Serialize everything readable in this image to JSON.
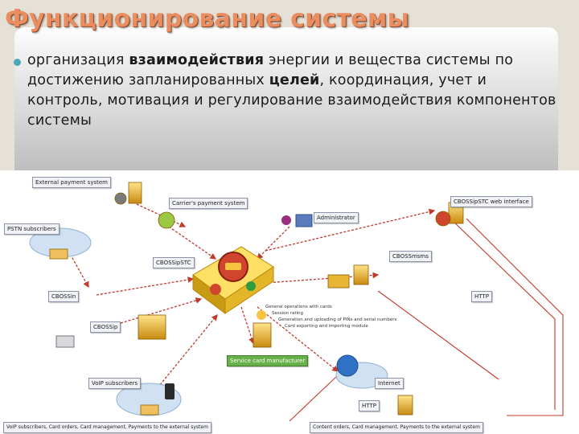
{
  "slide": {
    "title": "Функционирование системы",
    "bullet": {
      "part1": "организация ",
      "bold1": "взаимодействия",
      "part2": " энергии и вещества системы по достижению запланированных ",
      "bold2": "целей",
      "part3": ", координация, учет и контроль, мотивация и регулирование взаимодействия компонентов системы"
    }
  },
  "diagram": {
    "labels": {
      "external_payment": "External payment system",
      "carrier_payment": "Carrier's payment system",
      "pstn": "PSTN subscribers",
      "cbossin": "CBOSSin",
      "cbossip": "CBOSSip",
      "cbossipstc": "CBOSSipSTC",
      "administrator": "Administrator",
      "web_interface": "CBOSSipSTC web interface",
      "cbosssmsms": "CBOSSmsms",
      "http1": "HTTP",
      "voip_subs": "VoIP subscribers",
      "service_manufacturer": "Service card manufacturer",
      "internet": "Internet",
      "http2": "HTTP",
      "bar_left": "VoIP subscribers, Card orders, Card management, Payments to the external system",
      "bar_right": "Content orders, Card management, Payments to the external system"
    },
    "notes": [
      "General operations with cards",
      "Session rating",
      "Generation and uploading of PINs and serial numbers",
      "Card exporting and importing module"
    ],
    "colors": {
      "link": "#c0392b",
      "gold": "#e0a21a",
      "green": "#67b04a"
    }
  }
}
